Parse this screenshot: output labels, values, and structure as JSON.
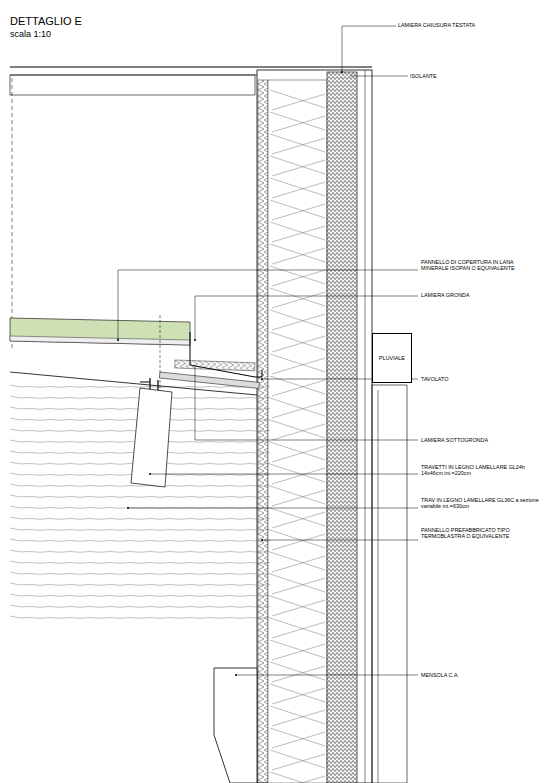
{
  "diagram": {
    "title": "DETTAGLIO E",
    "nodes": [
      {
        "text": [
          "PLUVIALE"
        ]
      }
    ],
    "labels": [
      "scala 1:10",
      "LAMIERA CHIUSURA TESTATA",
      "ISOLANTE",
      "PANNELLO DI COPERTURA IN LANA MINERALE ISOPAN O EQUIVALENTE",
      "LAMIERA GRONDA",
      "TAVOLATO",
      "LAMIERA SOTTOGRONDA",
      "TRAVETTI IN LEGNO LAMELLARE GL24h 14x46cm int.=220cm",
      "TRAV IN LEGNO LAMELLARE GL36C a sezione variabile int.=630cm",
      "PANNELLO PREFABBRICATO TIPO TERMOBLASTRA O EQUIVALENTE",
      "MENSOLA C.A."
    ]
  }
}
